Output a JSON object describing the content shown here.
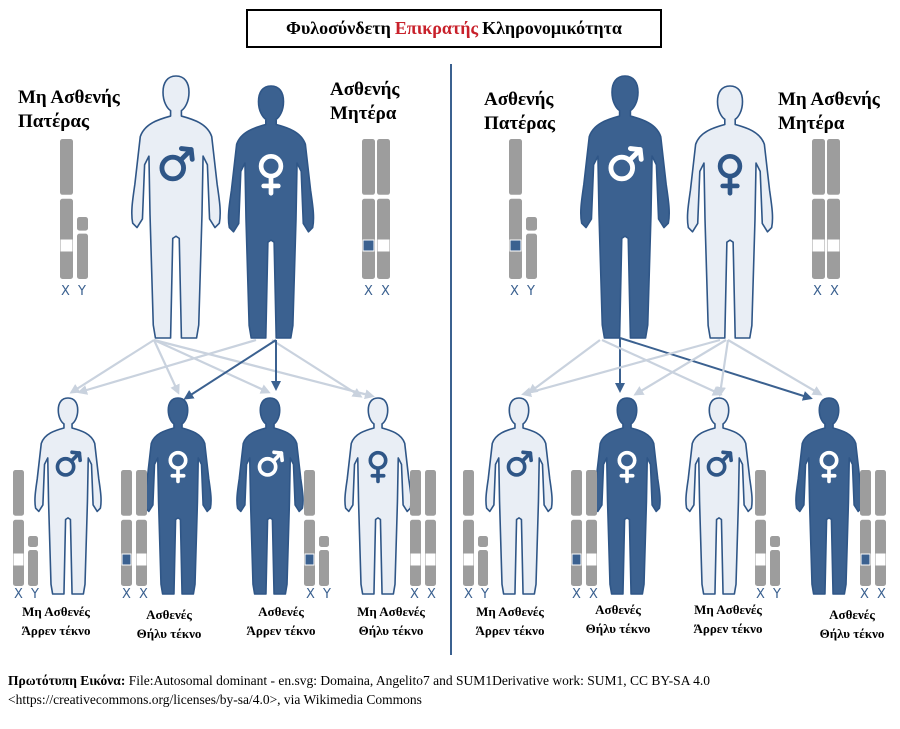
{
  "title": {
    "pre": "Φυλοσύνδετη",
    "highlight": "Επικρατής",
    "post": "Κληρονομικότητα"
  },
  "colors": {
    "affected": "#3b6190",
    "unaffected": "#e9eef5",
    "outline": "#2f5687",
    "chromosome": "#9d9d9d",
    "arrow_light": "#c9d2de",
    "arrow_dark": "#3b6190",
    "title_accent": "#c8202a"
  },
  "left_panel": {
    "father": {
      "label_line1": "Μη Ασθενής",
      "label_line2": "Πατέρας",
      "chromosomes": "X Y",
      "symbol": "male-symbol-icon"
    },
    "mother": {
      "label_line1": "Ασθενής",
      "label_line2": "Μητέρα",
      "chromosomes": "X X",
      "symbol": "female-symbol-icon"
    },
    "children": [
      {
        "line1": "Μη Ασθενές",
        "line2": "Άρρεν τέκνο",
        "chromosomes": "X Y"
      },
      {
        "line1": "Ασθενές",
        "line2": "Θήλυ τέκνο",
        "chromosomes": "X X"
      },
      {
        "line1": "Ασθενές",
        "line2": "Άρρεν τέκνο",
        "chromosomes": "X Y"
      },
      {
        "line1": "Μη Ασθενές",
        "line2": "Θήλυ τέκνο",
        "chromosomes": "X X"
      }
    ]
  },
  "right_panel": {
    "father": {
      "label_line1": "Ασθενής",
      "label_line2": "Πατέρας",
      "chromosomes": "X Y",
      "symbol": "male-symbol-icon"
    },
    "mother": {
      "label_line1": "Μη Ασθενής",
      "label_line2": "Μητέρα",
      "chromosomes": "X X",
      "symbol": "female-symbol-icon"
    },
    "children": [
      {
        "line1": "Μη Ασθενές",
        "line2": "Άρρεν τέκνο",
        "chromosomes": "X Y"
      },
      {
        "line1": "Ασθενές",
        "line2": "Θήλυ τέκνο",
        "chromosomes": "X X"
      },
      {
        "line1": "Μη Ασθενές",
        "line2": "Άρρεν τέκνο",
        "chromosomes": "X Y"
      },
      {
        "line1": "Ασθενές",
        "line2": "Θήλυ τέκνο",
        "chromosomes": "X X"
      }
    ]
  },
  "credit": {
    "label": "Πρωτότυπη Εικόνα:",
    "line1": "File:Autosomal dominant - en.svg: Domaina, Angelito7 and SUM1Derivative work: SUM1, CC BY-SA 4.0",
    "line2": "<https://creativecommons.org/licenses/by-sa/4.0>, via Wikimedia Commons"
  }
}
